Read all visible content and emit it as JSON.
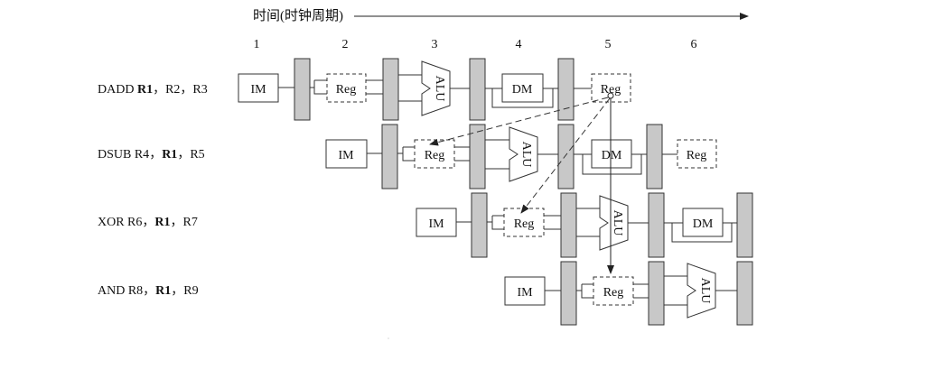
{
  "time_axis": {
    "label": "时间(时钟周期)",
    "cycles": [
      "1",
      "2",
      "3",
      "4",
      "5",
      "6"
    ]
  },
  "instructions": [
    {
      "op": "DADD ",
      "a": "R1",
      "sep1": "，",
      "b": "R2",
      "sep2": "，",
      "c": "R3"
    },
    {
      "op": "DSUB R4",
      "a": "，",
      "b": "R1",
      "sep": "，",
      "c": "R5"
    },
    {
      "op": "XOR R6",
      "a": "，",
      "b": "R1",
      "sep": "，",
      "c": "R7"
    },
    {
      "op": "AND R8",
      "a": "，",
      "b": "R1",
      "sep": "，",
      "c": "R9"
    }
  ],
  "stages": {
    "im": "IM",
    "reg": "Reg",
    "alu": "ALU",
    "dm": "DM"
  }
}
